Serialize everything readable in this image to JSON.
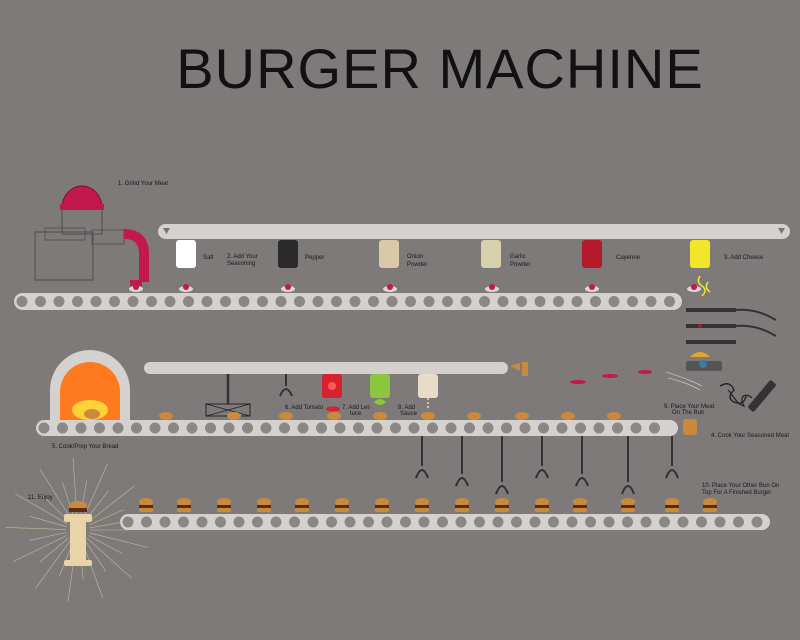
{
  "title": "BURGER MACHINE",
  "steps": {
    "grind": "1. Grind Your Meat",
    "seasoning_1": "2. Add Your",
    "seasoning_2": "Seasoning",
    "cheese": "3. Add Cheese",
    "cook_meat": "4. Cook Your Seasoned Meat",
    "bread": "5. Cook/Prep Your Bread",
    "tomato": "6. Add Tomato",
    "lettuce_1": "7. Add Let-",
    "lettuce_2": "tuce",
    "sauce_1": "8. Add",
    "sauce_2": "Sauce",
    "place_meat_1": "9. Place Your Meat",
    "place_meat_2": "On The Bun",
    "top_bun_1": "10. Place Your Other Bun On",
    "top_bun_2": "Top For A Finished Burger",
    "enjoy": "11. Enjoy"
  },
  "seasonings": [
    {
      "name_1": "Salt",
      "name_2": "",
      "color": "#ffffff"
    },
    {
      "name_1": "Pepper",
      "name_2": "",
      "color": "#2b2b2b"
    },
    {
      "name_1": "Onion",
      "name_2": "Powder",
      "color": "#d9c9a8"
    },
    {
      "name_1": "Garlic",
      "name_2": "Powder",
      "color": "#d6d0ad"
    },
    {
      "name_1": "Cayenne",
      "name_2": "",
      "color": "#b3182b"
    },
    {
      "name_1": "",
      "name_2": "",
      "color": "#f2e62a"
    }
  ],
  "colors": {
    "background": "#7d7a79",
    "belt": "#d4d1cf",
    "roller": "#8a8786",
    "meat": "#c1184f",
    "bun": "#c98a3e",
    "patty": "#5a2d14"
  }
}
